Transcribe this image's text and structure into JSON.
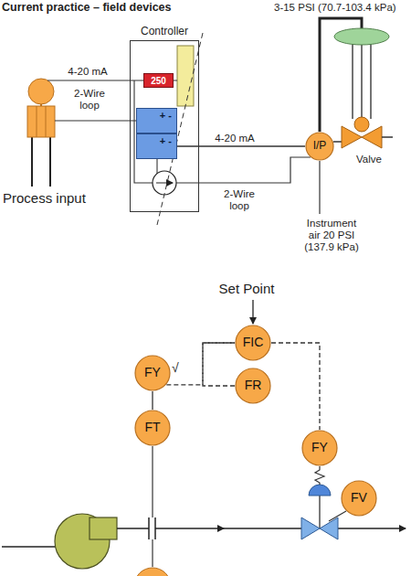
{
  "diagram": {
    "title": "Current practice – field devices",
    "nodes": [
      {
        "text": [
          "Controller"
        ]
      },
      {
        "text": [
          "250"
        ],
        "in": 0
      },
      {
        "text": [
          "+ -"
        ],
        "in": 0
      },
      {
        "text": [
          "+ -"
        ],
        "in": 0
      },
      {
        "text": [
          "I/P"
        ]
      },
      {
        "text": [
          "FIC"
        ]
      },
      {
        "text": [
          "FR"
        ]
      },
      {
        "text": [
          "FY"
        ]
      },
      {
        "text": [
          "FT"
        ]
      },
      {
        "text": [
          "FY"
        ]
      },
      {
        "text": [
          "FV"
        ]
      }
    ],
    "edges": [
      {
        "from": 3,
        "to": 4,
        "arrow": "none",
        "label": "4-20 mA"
      },
      {
        "from": 7,
        "to": 5,
        "arrow": "none"
      },
      {
        "from": 5,
        "to": 6,
        "arrow": "none"
      },
      {
        "from": 5,
        "to": 9,
        "arrow": "none"
      },
      {
        "from": 8,
        "to": 7,
        "arrow": "none"
      }
    ],
    "labels": [
      "4-20 mA",
      "2-Wire loop",
      "2-Wire loop",
      "3-15 PSI (70.7-103.4 kPa)",
      "Valve",
      "Instrument air 20 PSI (137.9 kPa)",
      "Process input",
      "Set Point",
      "√"
    ]
  }
}
